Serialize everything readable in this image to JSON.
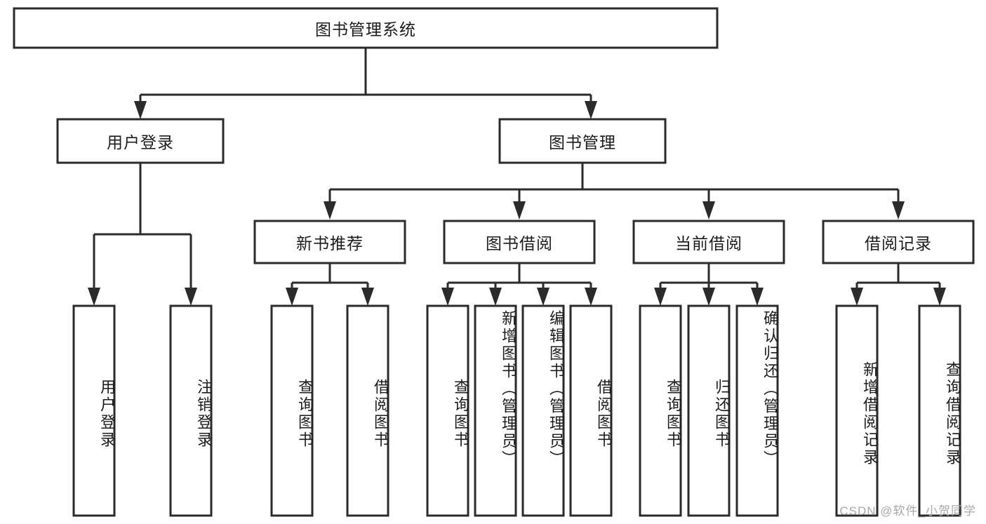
{
  "diagram": {
    "type": "tree-hierarchy",
    "title": "图书管理系统",
    "watermark": "CSDN @软件_小贺同学",
    "colors": {
      "stroke": "#2b2b2b",
      "box_fill": "#ffffff",
      "text": "#1c1c1c",
      "watermark": "#a8a8a8",
      "background": "#ffffff"
    },
    "nodes": {
      "root": {
        "label": "图书管理系统",
        "level": 1,
        "orientation": "horizontal"
      },
      "l2_user_login": {
        "label": "用户登录",
        "level": 2,
        "orientation": "horizontal"
      },
      "l2_book_mgmt": {
        "label": "图书管理",
        "level": 2,
        "orientation": "horizontal"
      },
      "l3_new_book_rec": {
        "label": "新书推荐",
        "level": 3,
        "orientation": "horizontal"
      },
      "l3_book_borrow": {
        "label": "图书借阅",
        "level": 3,
        "orientation": "horizontal"
      },
      "l3_current_borrow": {
        "label": "当前借阅",
        "level": 3,
        "orientation": "horizontal"
      },
      "l3_borrow_record": {
        "label": "借阅记录",
        "level": 3,
        "orientation": "horizontal"
      },
      "leaf_user_login": {
        "label": "用户登录",
        "level": 4,
        "orientation": "vertical"
      },
      "leaf_logout": {
        "label": "注销登录",
        "level": 4,
        "orientation": "vertical"
      },
      "leaf_rec_query_book": {
        "label": "查询图书",
        "level": 4,
        "orientation": "vertical"
      },
      "leaf_rec_borrow_book": {
        "label": "借阅图书",
        "level": 4,
        "orientation": "vertical"
      },
      "leaf_borrow_query_book": {
        "label": "查询图书",
        "level": 4,
        "orientation": "vertical"
      },
      "leaf_add_book_admin": {
        "label": "新增图书（管理员）",
        "level": 4,
        "orientation": "vertical"
      },
      "leaf_edit_book_admin": {
        "label": "编辑图书（管理员）",
        "level": 4,
        "orientation": "vertical"
      },
      "leaf_borrow_book": {
        "label": "借阅图书",
        "level": 4,
        "orientation": "vertical"
      },
      "leaf_cur_query_book": {
        "label": "查询图书",
        "level": 4,
        "orientation": "vertical"
      },
      "leaf_return_book": {
        "label": "归还图书",
        "level": 4,
        "orientation": "vertical"
      },
      "leaf_confirm_return_admin": {
        "label": "确认归还（管理员）",
        "level": 4,
        "orientation": "vertical"
      },
      "leaf_add_borrow_record": {
        "label": "新增借阅记录",
        "level": 4,
        "orientation": "vertical"
      },
      "leaf_query_borrow_record": {
        "label": "查询借阅记录",
        "level": 4,
        "orientation": "vertical"
      }
    },
    "edges": [
      {
        "from": "root",
        "to": "l2_user_login"
      },
      {
        "from": "root",
        "to": "l2_book_mgmt"
      },
      {
        "from": "l2_user_login",
        "to": "leaf_user_login"
      },
      {
        "from": "l2_user_login",
        "to": "leaf_logout"
      },
      {
        "from": "l2_book_mgmt",
        "to": "l3_new_book_rec"
      },
      {
        "from": "l2_book_mgmt",
        "to": "l3_book_borrow"
      },
      {
        "from": "l2_book_mgmt",
        "to": "l3_current_borrow"
      },
      {
        "from": "l2_book_mgmt",
        "to": "l3_borrow_record"
      },
      {
        "from": "l3_new_book_rec",
        "to": "leaf_rec_query_book"
      },
      {
        "from": "l3_new_book_rec",
        "to": "leaf_rec_borrow_book"
      },
      {
        "from": "l3_book_borrow",
        "to": "leaf_borrow_query_book"
      },
      {
        "from": "l3_book_borrow",
        "to": "leaf_add_book_admin"
      },
      {
        "from": "l3_book_borrow",
        "to": "leaf_edit_book_admin"
      },
      {
        "from": "l3_book_borrow",
        "to": "leaf_borrow_book"
      },
      {
        "from": "l3_current_borrow",
        "to": "leaf_cur_query_book"
      },
      {
        "from": "l3_current_borrow",
        "to": "leaf_return_book"
      },
      {
        "from": "l3_current_borrow",
        "to": "leaf_confirm_return_admin"
      },
      {
        "from": "l3_borrow_record",
        "to": "leaf_add_borrow_record"
      },
      {
        "from": "l3_borrow_record",
        "to": "leaf_query_borrow_record"
      }
    ]
  }
}
